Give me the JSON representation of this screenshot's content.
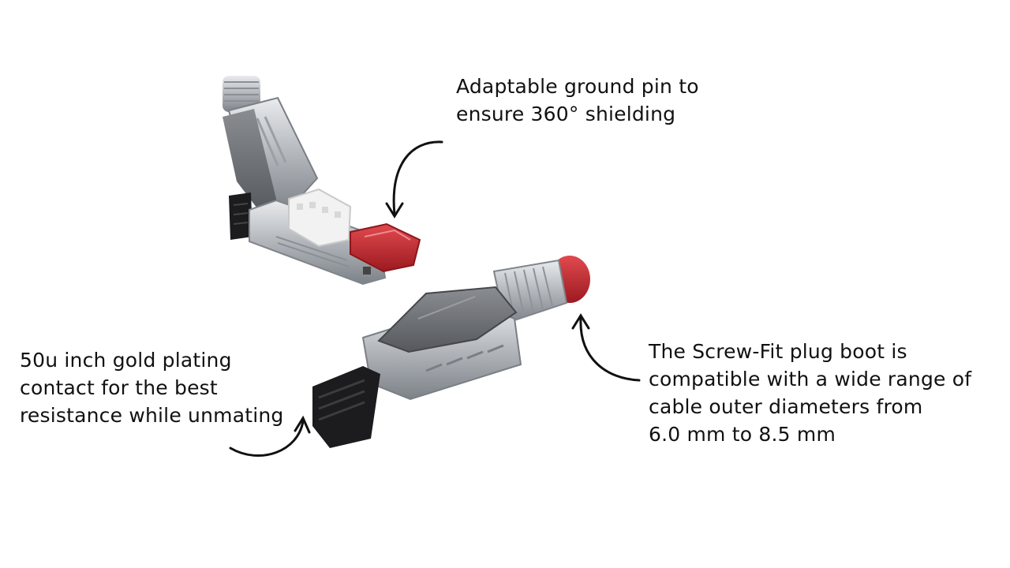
{
  "annotations": {
    "ground_pin": {
      "lines": [
        "Adaptable ground pin to",
        "ensure 360° shielding"
      ]
    },
    "gold_plating": {
      "lines": [
        "50u inch gold plating",
        "contact for the best",
        "resistance while unmating"
      ]
    },
    "screw_fit": {
      "lines": [
        "The Screw-Fit plug boot is",
        "compatible with a wide range of",
        "cable outer diameters from",
        "6.0 mm to 8.5 mm"
      ]
    }
  },
  "colors": {
    "accent_red": "#c8262c",
    "metal": "#b9bdc2",
    "boot_gray": "#6f7276",
    "plug_black": "#1c1c1e",
    "ink": "#111111"
  }
}
